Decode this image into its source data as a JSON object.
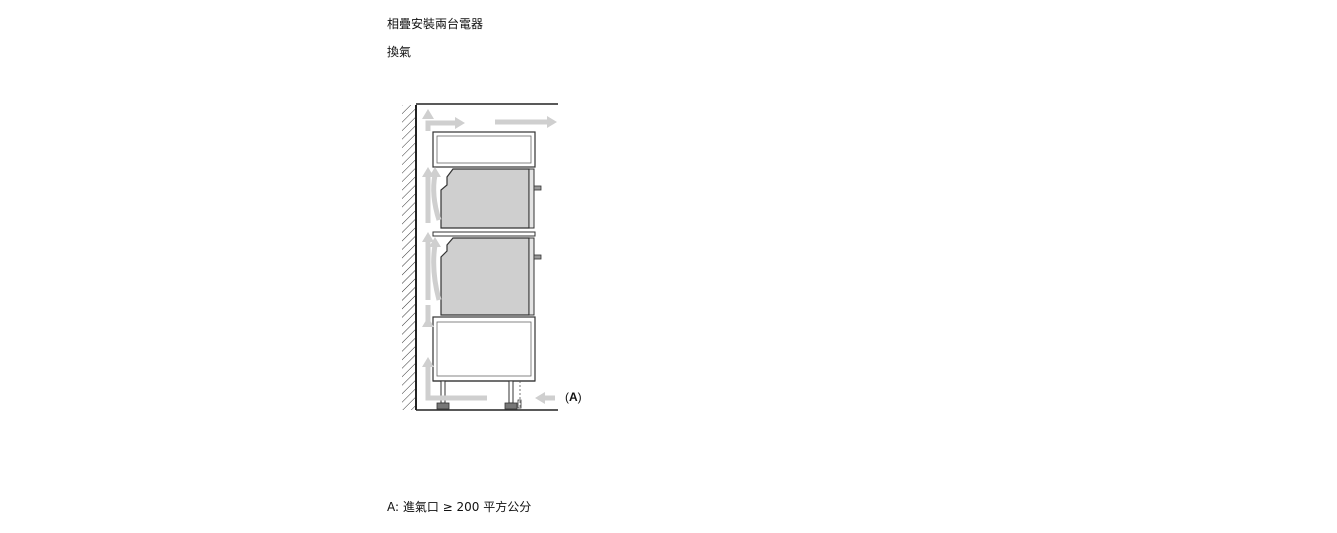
{
  "doc": {
    "title": "相疊安裝兩台電器",
    "subtitle": "換氣",
    "caption": "A: 進氣口 ≥ 200 平方公分"
  },
  "diagram": {
    "callout": "(A)",
    "callout_bold": "A"
  }
}
